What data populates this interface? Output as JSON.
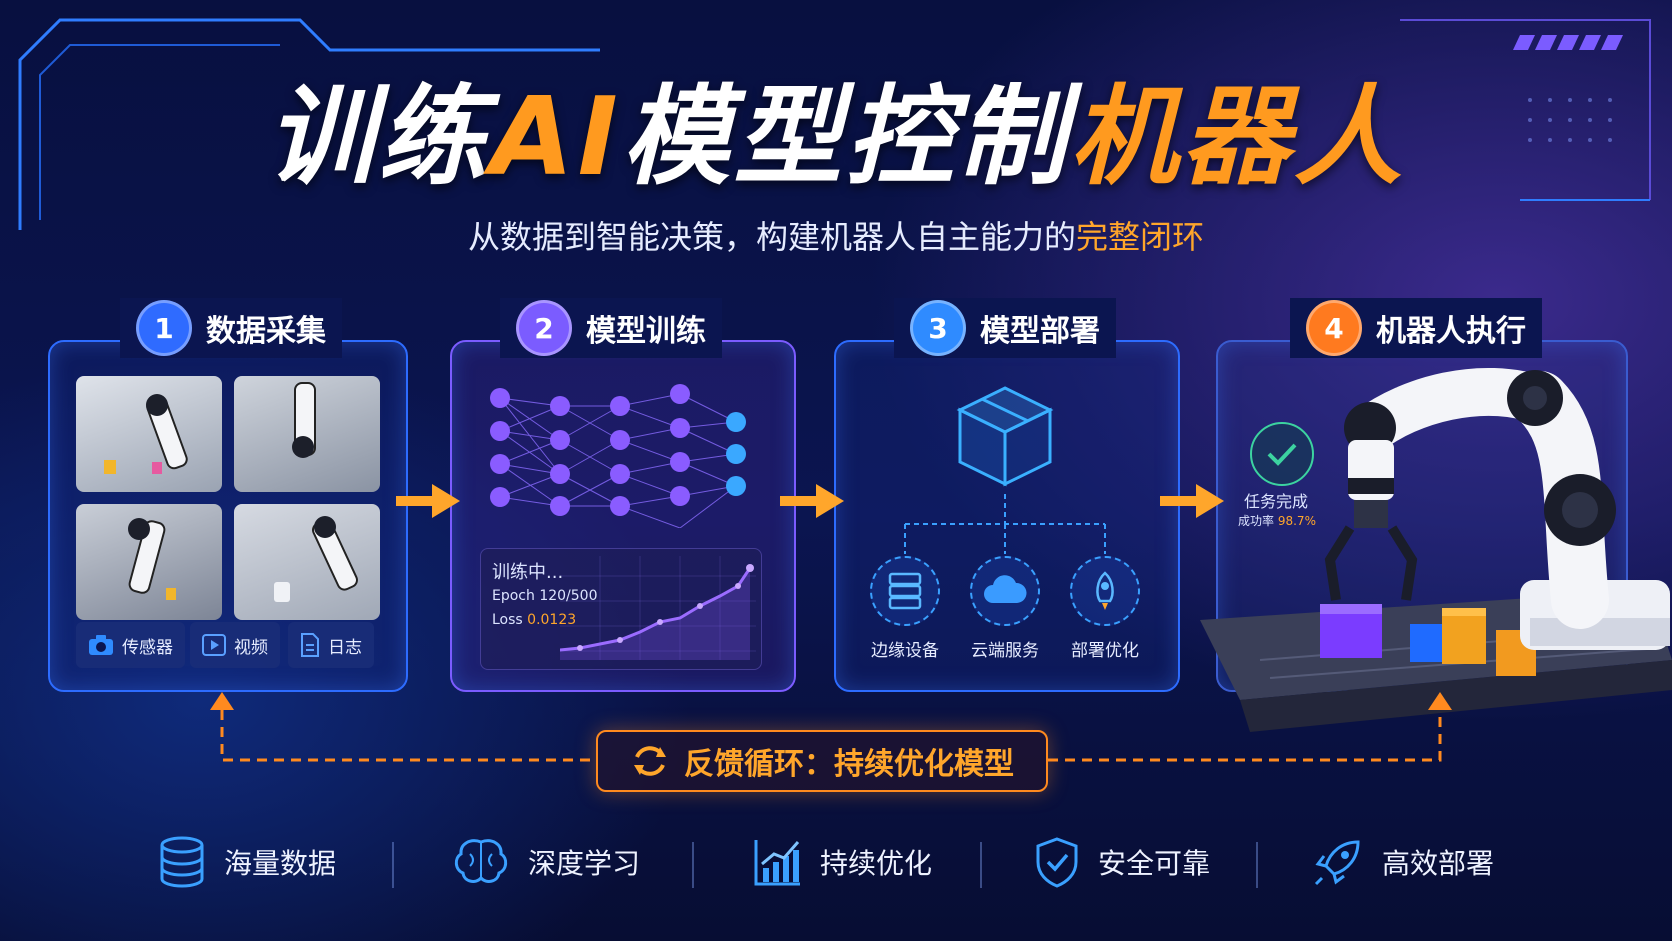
{
  "title": {
    "part1": "训练",
    "part2": "AI",
    "part3": "模型控制",
    "part4": "机器人"
  },
  "subtitle": {
    "main": "从数据到智能决策，构建机器人自主能力的",
    "highlight": "完整闭环"
  },
  "steps": [
    {
      "num": "1",
      "label": "数据采集",
      "color": "#2f6bff"
    },
    {
      "num": "2",
      "label": "模型训练",
      "color": "#7b5cff"
    },
    {
      "num": "3",
      "label": "模型部署",
      "color": "#2f8bff"
    },
    {
      "num": "4",
      "label": "机器人执行",
      "color": "#ff7a1f"
    }
  ],
  "data_sources": [
    {
      "icon": "camera-icon",
      "label": "传感器"
    },
    {
      "icon": "video-icon",
      "label": "视频"
    },
    {
      "icon": "document-icon",
      "label": "日志"
    }
  ],
  "training": {
    "status": "训练中...",
    "epoch": "Epoch 120/500",
    "loss_label": "Loss",
    "loss_value": "0.0123"
  },
  "deploy_targets": [
    {
      "icon": "server-icon",
      "label": "边缘设备"
    },
    {
      "icon": "cloud-icon",
      "label": "云端服务"
    },
    {
      "icon": "rocket-icon",
      "label": "部署优化"
    }
  ],
  "execution": {
    "task_status": "任务完成",
    "success_label": "成功率",
    "success_value": "98.7%"
  },
  "feedback": {
    "label": "反馈循环：持续优化模型"
  },
  "features": [
    {
      "icon": "database-icon",
      "label": "海量数据"
    },
    {
      "icon": "brain-icon",
      "label": "深度学习"
    },
    {
      "icon": "chart-icon",
      "label": "持续优化"
    },
    {
      "icon": "shield-check-icon",
      "label": "安全可靠"
    },
    {
      "icon": "rocket-icon",
      "label": "高效部署"
    }
  ],
  "colors": {
    "accent_orange": "#ff9a1f",
    "accent_blue": "#2f6bff",
    "accent_purple": "#7b5cff",
    "background": "#0a1038"
  }
}
